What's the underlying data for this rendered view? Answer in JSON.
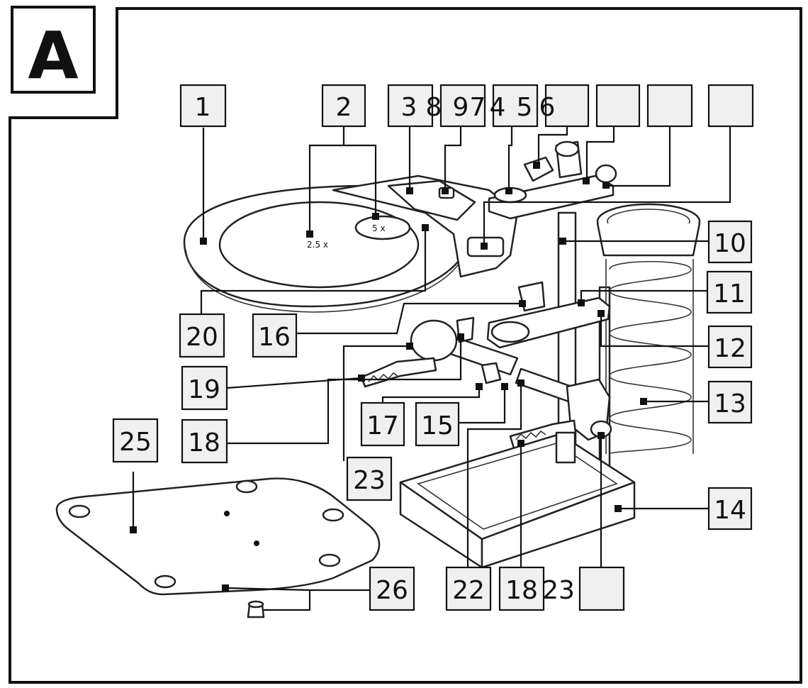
{
  "figure_letter": "A",
  "lens_labels": {
    "small_lens": "5 x",
    "large_lens": "2.5 x"
  },
  "callouts": {
    "c1": "1",
    "c2": "2",
    "c3": "3",
    "c8": "8",
    "c9": "9",
    "c7": "7",
    "c4": "4",
    "c5": "5",
    "c6": "6",
    "c10": "10",
    "c11": "11",
    "c12": "12",
    "c13": "13",
    "c14": "14",
    "c15": "15",
    "c16": "16",
    "c17": "17",
    "c18a": "18",
    "c18b": "18",
    "c19": "19",
    "c20": "20",
    "c22": "22",
    "c23a": "23",
    "c23b": "23",
    "c25": "25",
    "c26": "26"
  }
}
